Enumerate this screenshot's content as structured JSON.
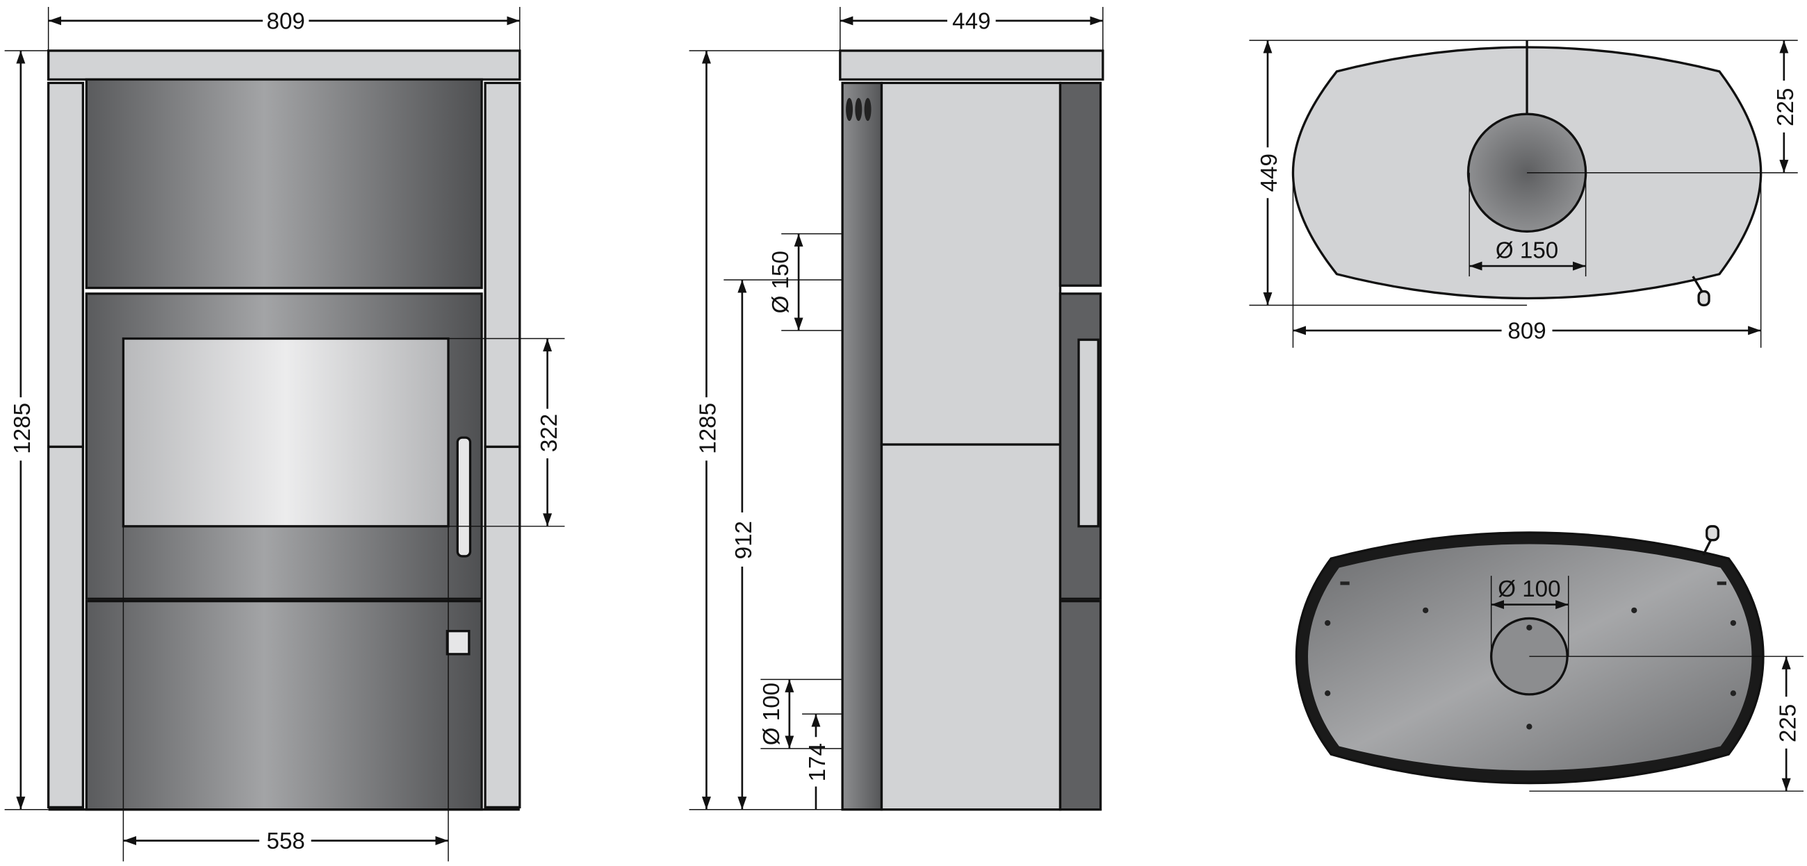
{
  "front_view": {
    "width": "809",
    "height": "1285",
    "glass_height": "322",
    "glass_width": "558"
  },
  "side_view": {
    "depth": "449",
    "height": "1285",
    "flue_top_height": "912",
    "flue_top_diameter": "Ø 150",
    "air_inlet_diameter": "Ø 100",
    "air_inlet_height": "174"
  },
  "top_view": {
    "depth": "449",
    "flue_offset": "225",
    "width": "809",
    "flue_diameter": "Ø 150"
  },
  "bottom_view": {
    "air_inlet_diameter": "Ø 100",
    "air_inlet_offset": "225"
  },
  "colors": {
    "panel": "#d2d3d5",
    "steel_dark": "#5f6062",
    "steel_mid": "#9a9b9d",
    "line": "#111111"
  }
}
